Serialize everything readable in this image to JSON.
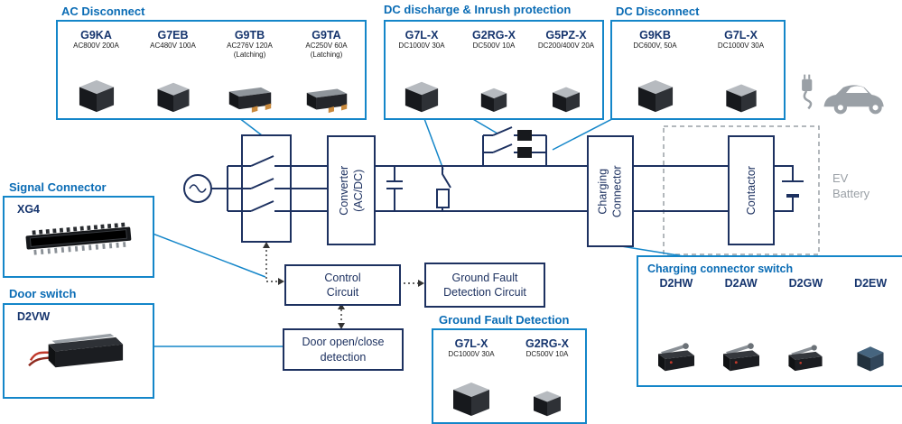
{
  "panels": {
    "ac": {
      "title": "AC Disconnect",
      "products": [
        {
          "name": "G9KA",
          "spec": "AC800V 200A"
        },
        {
          "name": "G7EB",
          "spec": "AC480V 100A"
        },
        {
          "name": "G9TB",
          "spec": "AC276V 120A",
          "spec2": "(Latching)"
        },
        {
          "name": "G9TA",
          "spec": "AC250V 60A",
          "spec2": "(Latching)"
        }
      ]
    },
    "discharge": {
      "title": "DC discharge & Inrush protection",
      "products": [
        {
          "name": "G7L-X",
          "spec": "DC1000V 30A"
        },
        {
          "name": "G2RG-X",
          "spec": "DC500V 10A"
        },
        {
          "name": "G5PZ-X",
          "spec": "DC200/400V 20A"
        }
      ]
    },
    "dc": {
      "title": "DC Disconnect",
      "products": [
        {
          "name": "G9KB",
          "spec": "DC600V, 50A"
        },
        {
          "name": "G7L-X",
          "spec": "DC1000V 30A"
        }
      ]
    },
    "signal": {
      "title": "Signal Connector",
      "products": [
        {
          "name": "XG4"
        }
      ]
    },
    "door": {
      "title": "Door switch",
      "products": [
        {
          "name": "D2VW"
        }
      ]
    },
    "gfd": {
      "title": "Ground Fault Detection",
      "products": [
        {
          "name": "G7L-X",
          "spec": "DC1000V 30A"
        },
        {
          "name": "G2RG-X",
          "spec": "DC500V 10A"
        }
      ]
    },
    "charging": {
      "title": "Charging connector switch",
      "products": [
        {
          "name": "D2HW"
        },
        {
          "name": "D2AW"
        },
        {
          "name": "D2GW"
        },
        {
          "name": "D2EW"
        }
      ]
    }
  },
  "diagram": {
    "converter": "Converter\n(AC/DC)",
    "charging_connector": "Charging\nConnector",
    "contactor": "Contactor",
    "ev_battery": "EV\nBattery",
    "control_circuit": "Control\nCircuit",
    "ground_fault_circuit": "Ground Fault\nDetection Circuit",
    "door_detection": "Door open/close\ndetection"
  },
  "colors": {
    "accent_blue": "#1486c9",
    "heading_blue": "#0a6cb5",
    "circuit_navy": "#1d3160",
    "muted_gray": "#9aa0a6"
  }
}
